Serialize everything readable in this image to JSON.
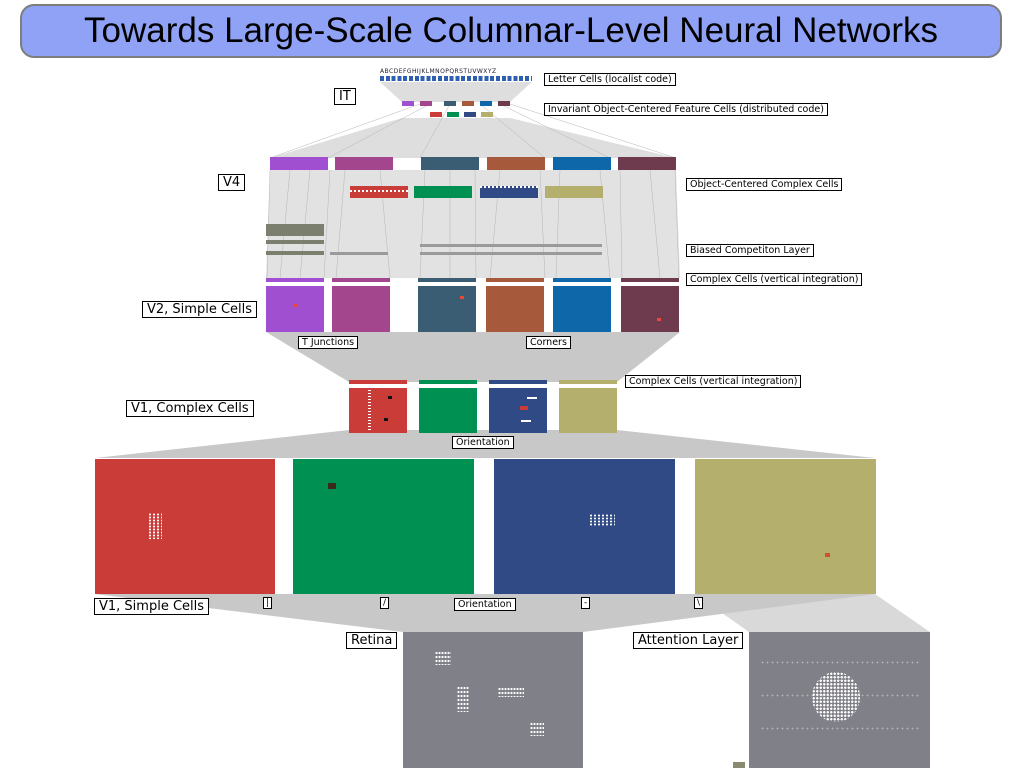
{
  "slide": {
    "title": "Towards Large-Scale Columnar-Level Neural Networks"
  },
  "it": {
    "label": "IT",
    "letters": "ABCDEFGHIJKLMNOPQRSTUVWXYZ",
    "letter_cells_label": "Letter Cells (localist code)",
    "invariant_label": "Invariant Object-Centered Feature Cells (distributed code)"
  },
  "v4": {
    "label": "V4",
    "object_centered_label": "Object-Centered Complex Cells",
    "biased_label": "Biased Competiton Layer",
    "complex_vertical_label": "Complex Cells (vertical integration)"
  },
  "v2": {
    "label": "V2, Simple Cells",
    "t_junctions_label": "T Junctions",
    "corners_label": "Corners"
  },
  "v1_complex": {
    "label": "V1, Complex Cells",
    "complex_vertical_label": "Complex Cells (vertical integration)",
    "orientation_label": "Orientation"
  },
  "v1_simple": {
    "label": "V1, Simple Cells",
    "orientation_label": "Orientation",
    "symbols": [
      "|",
      "/",
      "-",
      "\\"
    ]
  },
  "retina": {
    "label": "Retina"
  },
  "attention": {
    "label": "Attention Layer"
  },
  "colors": {
    "title_bg": "#8fa2f5",
    "purple": "#a04fd0",
    "magenta": "#a3468e",
    "teal": "#3b5d74",
    "rust": "#a65a3b",
    "blue": "#0d67a8",
    "plum": "#6d3a4e",
    "red": "#c93c38",
    "green": "#009152",
    "navy": "#2f4a84",
    "olive": "#b4af6c",
    "gray_panel": "#808088",
    "connections": "#c4c4c4"
  }
}
